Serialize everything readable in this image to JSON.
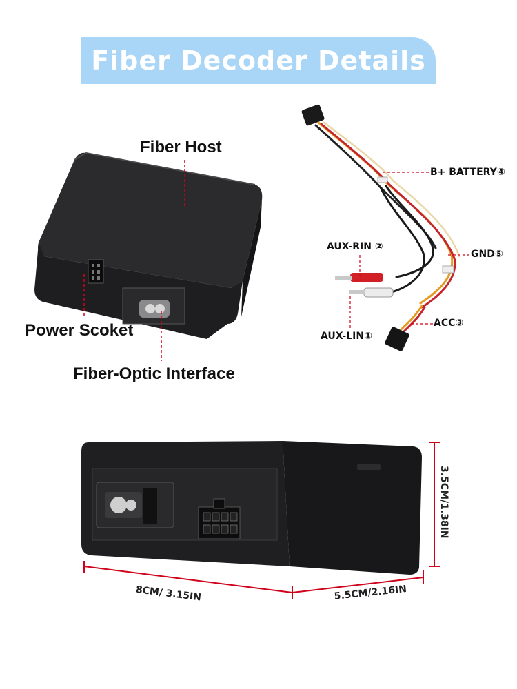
{
  "banner": {
    "title": "Fiber Decoder Details",
    "color": "#a9d5f7"
  },
  "host_labels": {
    "fiber_host": "Fiber Host",
    "power_socket": "Power Scoket",
    "fiber_optic": "Fiber-Optic Interface"
  },
  "harness_labels": {
    "battery": "B+ BATTERY④",
    "aux_rin": "AUX-RIN ②",
    "gnd": "GND⑤",
    "acc": "ACC③",
    "aux_lin": "AUX-LIN①"
  },
  "dimensions": {
    "length": "8CM/ 3.15IN",
    "width": "5.5CM/2.16IN",
    "height": "3.5CM/1.38IN",
    "line_color": "#d0021b"
  }
}
